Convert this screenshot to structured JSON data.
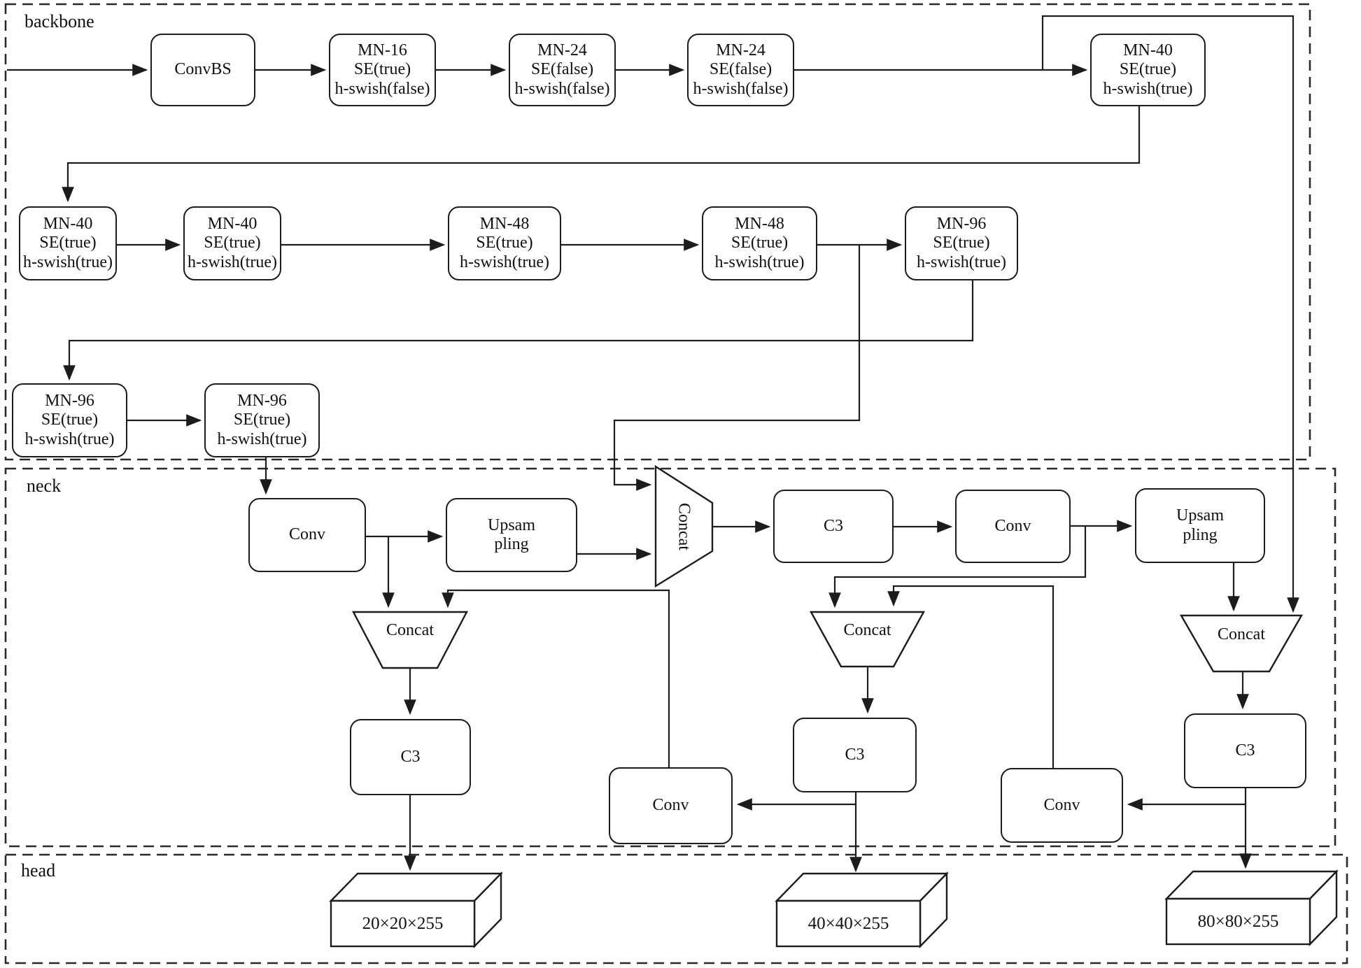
{
  "sections": {
    "backbone": "backbone",
    "neck": "neck",
    "head": "head"
  },
  "backbone": {
    "convbs": "ConvBS",
    "row1": [
      {
        "l1": "MN-16",
        "l2": "SE(true)",
        "l3": "h-swish(false)"
      },
      {
        "l1": "MN-24",
        "l2": "SE(false)",
        "l3": "h-swish(false)"
      },
      {
        "l1": "MN-24",
        "l2": "SE(false)",
        "l3": "h-swish(false)"
      },
      {
        "l1": "MN-40",
        "l2": "SE(true)",
        "l3": "h-swish(true)"
      }
    ],
    "row2": [
      {
        "l1": "MN-40",
        "l2": "SE(true)",
        "l3": "h-swish(true)"
      },
      {
        "l1": "MN-40",
        "l2": "SE(true)",
        "l3": "h-swish(true)"
      },
      {
        "l1": "MN-48",
        "l2": "SE(true)",
        "l3": "h-swish(true)"
      },
      {
        "l1": "MN-48",
        "l2": "SE(true)",
        "l3": "h-swish(true)"
      },
      {
        "l1": "MN-96",
        "l2": "SE(true)",
        "l3": "h-swish(true)"
      }
    ],
    "row3": [
      {
        "l1": "MN-96",
        "l2": "SE(true)",
        "l3": "h-swish(true)"
      },
      {
        "l1": "MN-96",
        "l2": "SE(true)",
        "l3": "h-swish(true)"
      }
    ]
  },
  "neck": {
    "conv1": "Conv",
    "upsampling1_l1": "Upsam",
    "upsampling1_l2": "pling",
    "concat_merge": "Concat",
    "c3_top": "C3",
    "conv2": "Conv",
    "upsampling2_l1": "Upsam",
    "upsampling2_l2": "pling",
    "concat_p5": "Concat",
    "concat_p4": "Concat",
    "concat_p3": "Concat",
    "c3_p5": "C3",
    "c3_p4": "C3",
    "c3_p3": "C3",
    "conv_down_mid": "Conv",
    "conv_down_right": "Conv"
  },
  "head": {
    "out_20": "20×20×255",
    "out_40": "40×40×255",
    "out_80": "80×80×255"
  },
  "colors": {
    "line": "#1c1c1c",
    "background": "#ffffff"
  }
}
